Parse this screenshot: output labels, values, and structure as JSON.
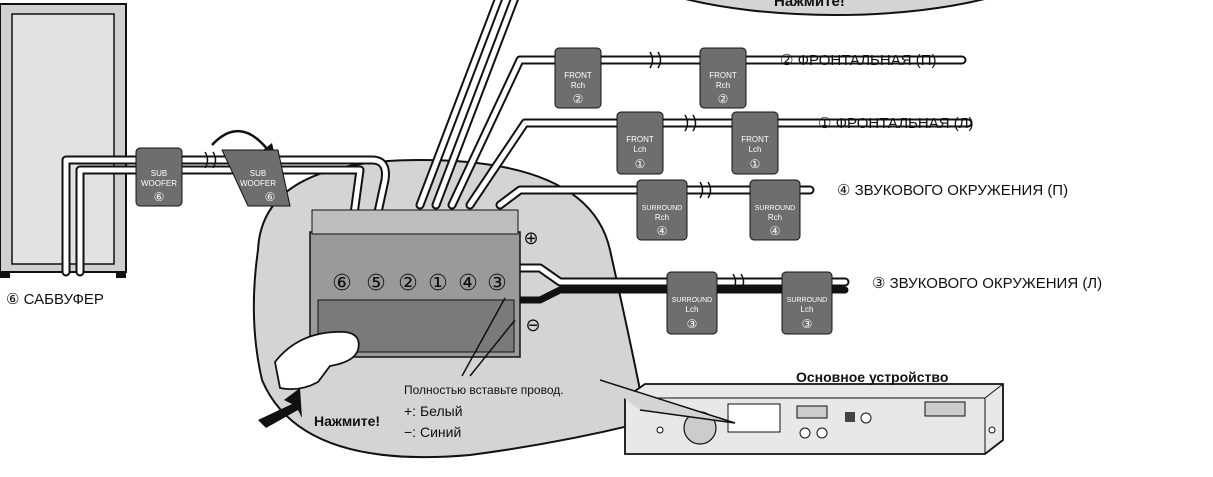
{
  "labels": {
    "top_callout": "Нажмите!",
    "front_r": "② ФРОНТАЛЬНАЯ (П)",
    "front_l": "① ФРОНТАЛЬНАЯ (Л)",
    "surround_r": "④ ЗВУКОВОГО ОКРУЖЕНИЯ (П)",
    "surround_l": "③ ЗВУКОВОГО ОКРУЖЕНИЯ (Л)",
    "subwoofer": "⑥ САБВУФЕР",
    "main_unit": "Основное устройство",
    "insert_wire": "Полностью вставьте провод.",
    "plus_white": "+: Белый",
    "minus_blue": "−: Синий",
    "press": "Нажмите!",
    "plus_symbol": "⊕",
    "minus_symbol": "⊖"
  },
  "terminal_numbers": [
    "⑥",
    "⑤",
    "②",
    "①",
    "④",
    "③"
  ],
  "tags": {
    "sub": {
      "line1": "SUB",
      "line2": "WOOFER",
      "num": "⑥"
    },
    "front_r": {
      "line1": "FRONT",
      "line2": "Rch",
      "num": "②"
    },
    "front_l": {
      "line1": "FRONT",
      "line2": "Lch",
      "num": "①"
    },
    "surround_r": {
      "line1": "SURROUND",
      "line2": "Rch",
      "num": "④"
    },
    "surround_l": {
      "line1": "SURROUND",
      "line2": "Lch",
      "num": "③"
    }
  },
  "colors": {
    "line": "#111111",
    "bubble": "#d4d4d4",
    "cable_fill": "#ffffff",
    "tag_fill": "#6e6e6e",
    "speaker_fill": "#d0d0d0"
  }
}
